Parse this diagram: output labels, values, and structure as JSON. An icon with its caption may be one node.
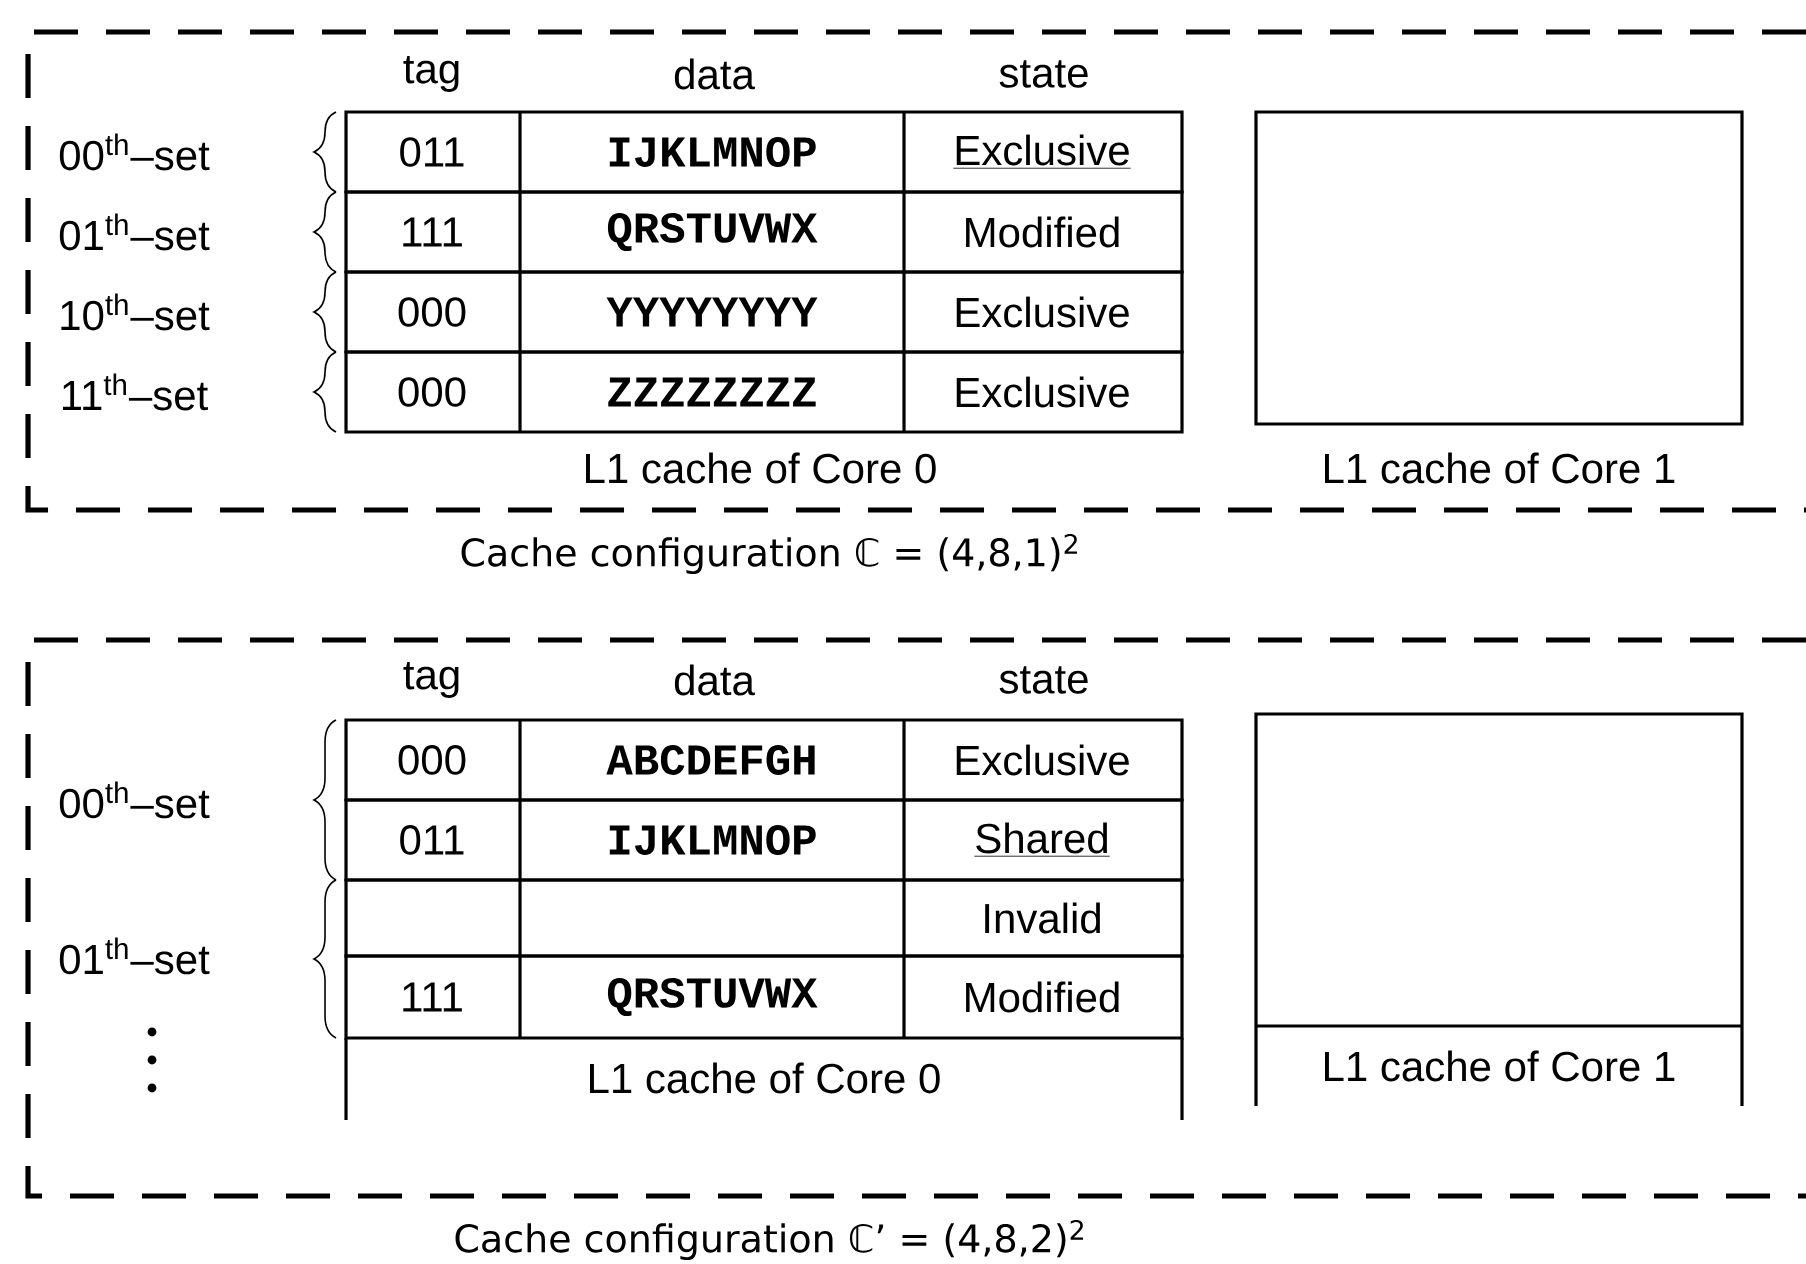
{
  "diagram": {
    "nodes": [
      {
        "text": [],
        "shape": "box",
        "beside": [
          "Cache configuration ℂ = (4,8,1)$^{2}$"
        ]
      },
      {
        "text": [
          "011",
          "IJKLMNOP",
          "Exclusive"
        ],
        "in": 0
      },
      {
        "text": [
          "111",
          "QRSTUVWX",
          "Modified"
        ],
        "in": 0
      },
      {
        "text": [
          "000",
          "YYYYYYYY",
          "Exclusive"
        ],
        "in": 0
      },
      {
        "text": [
          "000",
          "ZZZZZZZZ",
          "Exclusive"
        ],
        "in": 0
      },
      {
        "text": [
          "L1 cache of Core 1"
        ],
        "in": 0
      },
      {
        "text": [],
        "shape": "box",
        "beside": [
          "Cache configuration ℂ’ = (4,8,2)$^{2}$"
        ]
      },
      {
        "text": [
          "000",
          "ABCDEFGH",
          "Exclusive"
        ],
        "in": 6
      },
      {
        "text": [
          "011",
          "IJKLMNOP",
          "Shared"
        ],
        "in": 6
      },
      {
        "text": [
          "Invalid"
        ],
        "in": 6
      },
      {
        "text": [
          "111",
          "QRSTUVWX",
          "Modified"
        ],
        "in": 6
      },
      {
        "text": [
          "L1 cache of Core 0"
        ],
        "in": 6
      },
      {
        "text": [
          "L1 cache of Core 1"
        ],
        "in": 6
      }
    ],
    "labels": [
      "tag",
      "data",
      "state",
      "00$^{th}$–set",
      "01$^{th}$–set",
      "10$^{th}$–set",
      "11$^{th}$–set",
      "L1 cache of Core 0",
      "tag",
      "data",
      "state",
      "00$^{th}$–set",
      "01$^{th}$–set"
    ]
  }
}
